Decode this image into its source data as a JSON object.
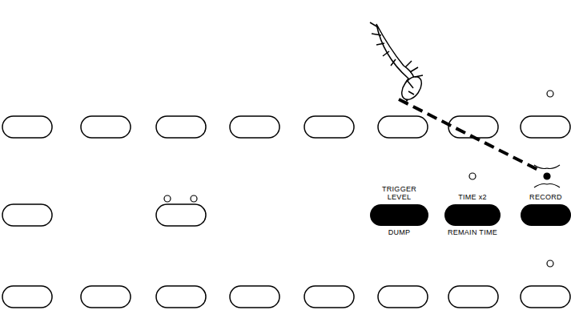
{
  "diagram": {
    "nodes": [
      {
        "text": [
          "TRIGGER LEVEL",
          "DUMP"
        ]
      },
      {
        "text": [
          "TIME x2",
          "REMAIN TIME"
        ]
      },
      {
        "text": [
          "RECORD"
        ]
      }
    ]
  }
}
